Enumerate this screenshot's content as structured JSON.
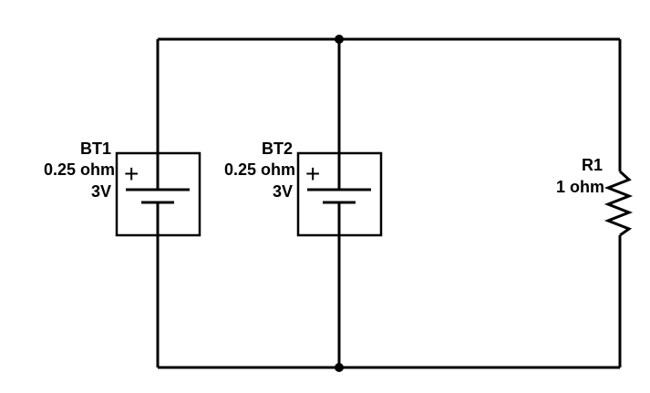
{
  "components": {
    "bt1": {
      "name": "BT1",
      "resistance": "0.25 ohm",
      "voltage": "3V",
      "polarity": "+"
    },
    "bt2": {
      "name": "BT2",
      "resistance": "0.25 ohm",
      "voltage": "3V",
      "polarity": "+"
    },
    "r1": {
      "name": "R1",
      "resistance": "1 ohm"
    }
  },
  "colors": {
    "wire": "#000000",
    "background": "#ffffff"
  }
}
